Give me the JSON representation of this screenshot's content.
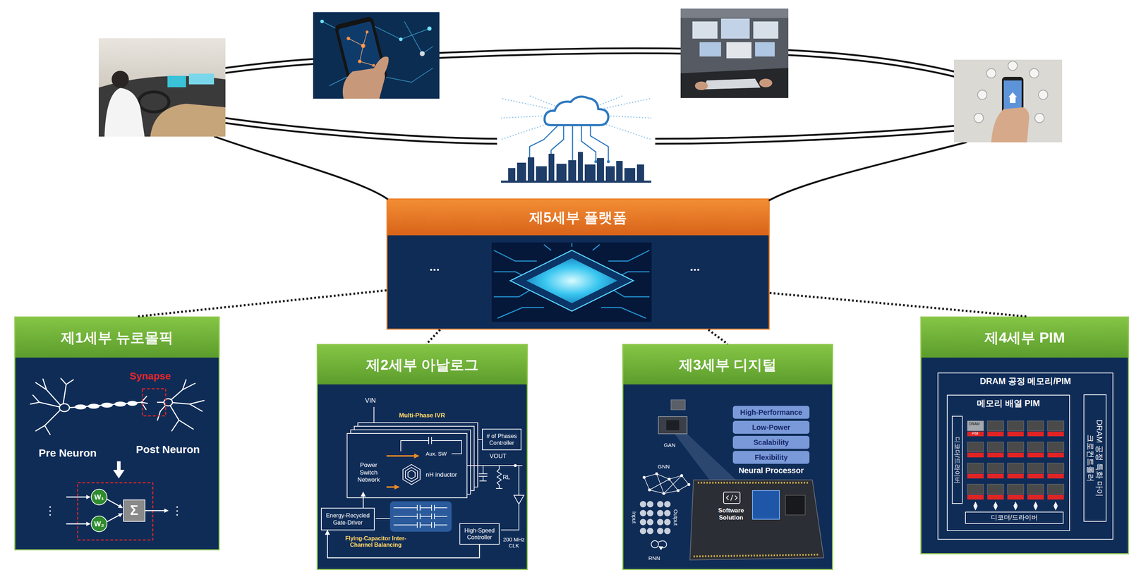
{
  "diagram": {
    "nodes": [
      {
        "text": [
          "제5세부 플랫폼",
          "...",
          "..."
        ]
      },
      {
        "text": [
          "제1세부 뉴로몰픽"
        ]
      },
      {
        "text": [
          "제2세부 아날로그"
        ]
      },
      {
        "text": [
          "Power Switch Network"
        ],
        "in": 2
      },
      {
        "text": [
          "Aux. SW"
        ],
        "in": 2
      },
      {
        "text": [
          "# of Phases Controller"
        ],
        "in": 2
      },
      {
        "text": [
          "Energy-Recycled Gate-Driver"
        ],
        "in": 2
      },
      {
        "text": [
          "High-Speed Controller"
        ],
        "in": 2
      },
      {
        "text": [
          "제3세부 디지털"
        ]
      },
      {
        "text": [
          "High-Performance"
        ],
        "in": 8
      },
      {
        "text": [
          "Low-Power"
        ],
        "in": 8
      },
      {
        "text": [
          "Scalability"
        ],
        "in": 8
      },
      {
        "text": [
          "Flexibility"
        ],
        "in": 8
      },
      {
        "text": [
          "제4세부 PIM"
        ]
      },
      {
        "text": [
          "DRAM 공정 메모리/PIM"
        ],
        "in": 13
      },
      {
        "text": [
          "메모리 배열 PIM"
        ],
        "in": 14
      },
      {
        "text": [
          "디코더/드라이버"
        ],
        "in": 15
      },
      {
        "text": [
          "디코더/드라이버"
        ],
        "in": 15
      },
      {
        "text": [
          "DRAM 공정 특화 마이크로컨트롤러"
        ],
        "in": 14
      }
    ],
    "edges": [
      {
        "from": 0,
        "to": 1,
        "arrow": "none"
      },
      {
        "from": 0,
        "to": 2,
        "arrow": "none"
      },
      {
        "from": 0,
        "to": 8,
        "arrow": "none"
      },
      {
        "from": 0,
        "to": 13,
        "arrow": "none"
      },
      {
        "from": 6,
        "to": 3,
        "arrow": "to"
      },
      {
        "from": 7,
        "to": 6,
        "arrow": "to"
      }
    ],
    "labels": [
      "Synapse",
      "Pre Neuron",
      "Post Neuron",
      "⋮",
      "W₁",
      "W₂",
      "Σ",
      "⋮",
      "VIN",
      "Multi-Phase IVR",
      "VOUT",
      "nH inductor",
      "RL",
      "200 MHz CLK",
      "Flying-Capacitor Inter-Channel Balancing",
      "GAN",
      "GNN",
      "Input",
      "Output",
      "RNN",
      "Neural Processor",
      "Software Solution",
      "DRAM",
      "PIM"
    ]
  }
}
